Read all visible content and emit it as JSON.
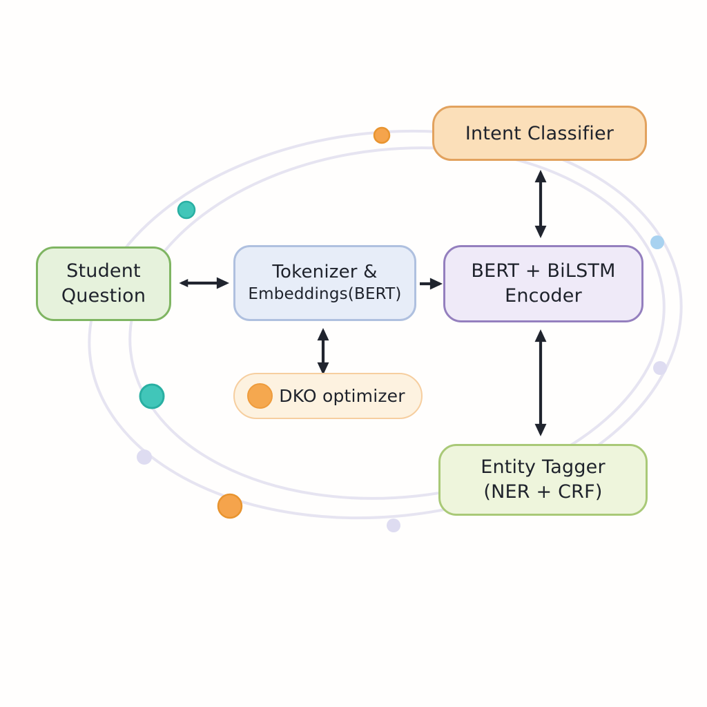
{
  "diagram": {
    "type": "flowchart",
    "description": "NLP student-question understanding pipeline with orbit decoration",
    "nodes": {
      "student_question": {
        "line1": "Student",
        "line2": "Question"
      },
      "tokenizer": {
        "line1": "Tokenizer &",
        "line2": "Embeddings(BERT)"
      },
      "encoder": {
        "line1": "BERT + BiLSTM",
        "line2": "Encoder"
      },
      "intent_classifier": {
        "label": "Intent Classifier"
      },
      "dko_optimizer": {
        "label": "DKO optimizer"
      },
      "entity_tagger": {
        "line1": "Entity Tagger",
        "line2": "(NER + CRF)"
      }
    },
    "edges": [
      {
        "from": "student_question",
        "to": "tokenizer",
        "direction": "both"
      },
      {
        "from": "tokenizer",
        "to": "encoder",
        "direction": "forward"
      },
      {
        "from": "encoder",
        "to": "intent_classifier",
        "direction": "both"
      },
      {
        "from": "tokenizer",
        "to": "dko_optimizer",
        "direction": "both"
      },
      {
        "from": "encoder",
        "to": "entity_tagger",
        "direction": "both"
      }
    ]
  },
  "palette": {
    "green_fill": "#E6F2DC",
    "green_border": "#7FB562",
    "blue_fill": "#E7EDF8",
    "blue_border": "#AFC0DF",
    "purple_fill": "#EFEAF8",
    "purple_border": "#947FBE",
    "orange_fill": "#FBDFB9",
    "orange_border": "#E2A25E",
    "cream_fill": "#FDF2E0",
    "cream_border": "#F6CE9F",
    "lime_fill": "#EEF5DC",
    "lime_border": "#A9C977",
    "text": "#1E222B",
    "arrow": "#20242E",
    "orbit_stroke": "#E6E4F1",
    "dot_orange": "#F5A44C",
    "dot_orange_border": "#E8942F",
    "dot_teal": "#41C6B9",
    "dot_teal_border": "#29AFA2",
    "dot_lavender": "#DEDCF1",
    "dot_lightblue": "#A8D2F0",
    "optimizer_dot": "#F5A84F",
    "optimizer_dot_border": "#EE9C3D"
  }
}
